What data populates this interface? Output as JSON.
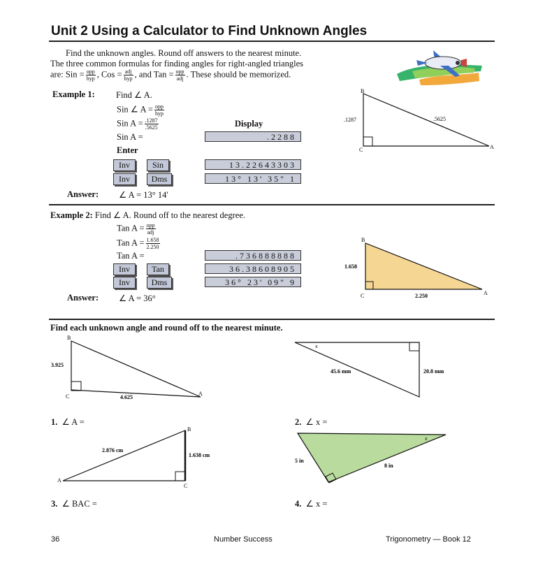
{
  "title": "Unit 2 Using a Calculator to Find Unknown Angles",
  "intro": {
    "line1": "Find the unknown angles.  Round off answers to the nearest minute.",
    "line2": "The three common formulas for finding angles for right-angled triangles",
    "line3_prefix": "are:  Sin =",
    "sin_num": "opp",
    "sin_den": "hyp",
    "cos_label": ",  Cos =",
    "cos_num": "adj",
    "cos_den": "hyp",
    "tan_label": ",  and  Tan =",
    "tan_num": "opp",
    "tan_den": "adj",
    "line3_suffix": ".  These should be memorized."
  },
  "example1": {
    "label": "Example 1:",
    "task": "Find ∠ A.",
    "step1_prefix": "Sin ∠ A =",
    "step1_num": "opp",
    "step1_den": "hyp",
    "step2_prefix": "Sin A =",
    "step2_num": ".1287",
    "step2_den": ".5625",
    "step3": "Sin A =",
    "display_label": "Display",
    "display1": ".2288",
    "enter_label": "Enter",
    "key_inv": "Inv",
    "key_sin": "Sin",
    "key_dms": "Dms",
    "display2": "13.22643303",
    "display3": "13° 13' 35\" 1",
    "answer_label": "Answer:",
    "answer": "∠ A = 13° 14'",
    "tri": {
      "b": "B",
      "c": "C",
      "a": "A",
      "side_bc": ".1287",
      "side_ab": ".5625"
    }
  },
  "example2": {
    "label": "Example 2:",
    "task": "Find ∠ A.  Round off to the nearest degree.",
    "step1_prefix": "Tan A =",
    "step1_num": "opp",
    "step1_den": "adj",
    "step2_prefix": "Tan A =",
    "step2_num": "1.658",
    "step2_den": "2.250",
    "step3": "Tan A =",
    "display1": ".736888888",
    "key_inv": "Inv",
    "key_tan": "Tan",
    "key_dms": "Dms",
    "display2": "36.38608905",
    "display3": "36° 23' 09\" 9",
    "answer_label": "Answer:",
    "answer": "∠ A = 36°",
    "tri": {
      "b": "B",
      "c": "C",
      "a": "A",
      "side_bc": "1.658",
      "side_ca": "2.250"
    }
  },
  "exercises": {
    "heading": "Find each unknown angle and round off to the nearest minute.",
    "q1": {
      "num": "1.",
      "prompt": "∠ A =",
      "b": "B",
      "c": "C",
      "a": "A",
      "side_bc": "3.925",
      "side_ca": "4.625"
    },
    "q2": {
      "num": "2.",
      "prompt": "∠ x =",
      "x": "x",
      "hyp": "45.6 mm",
      "side": "20.8 mm"
    },
    "q3": {
      "num": "3.",
      "prompt": "∠ BAC =",
      "a": "A",
      "b": "B",
      "c": "C",
      "hyp": "2.876 cm",
      "side": "1.638 cm"
    },
    "q4": {
      "num": "4.",
      "prompt": "∠ x =",
      "x": "x",
      "side_short": "5 in",
      "side_long": "8 in"
    }
  },
  "footer": {
    "page": "36",
    "center": "Number Success",
    "right": "Trigonometry — Book 12"
  },
  "colors": {
    "tri2_fill": "#f6d693",
    "q4_fill": "#b9db9e",
    "calc_key": "#c3c8d8"
  }
}
